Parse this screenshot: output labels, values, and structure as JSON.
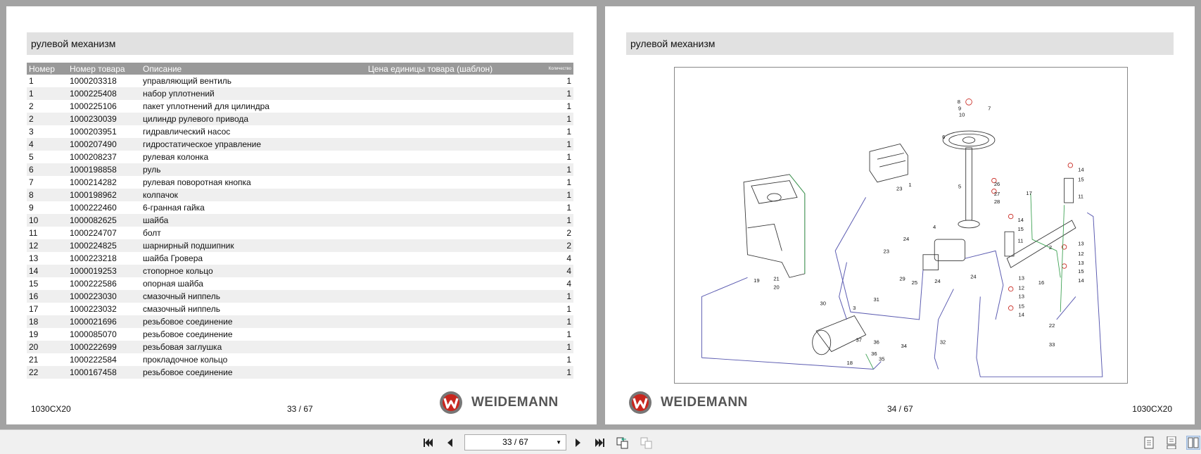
{
  "left_page": {
    "title": "рулевой механизм",
    "columns": [
      "Номер",
      "Номер товара",
      "Описание",
      "Цена единицы товара (шаблон)",
      "Количество"
    ],
    "rows": [
      [
        "1",
        "1000203318",
        "управляющий вентиль",
        "",
        "1"
      ],
      [
        "1",
        "1000225408",
        "набор уплотнений",
        "",
        "1"
      ],
      [
        "2",
        "1000225106",
        "пакет уплотнений для цилиндра",
        "",
        "1"
      ],
      [
        "2",
        "1000230039",
        "цилиндр рулевого привода",
        "",
        "1"
      ],
      [
        "3",
        "1000203951",
        "гидравлический насос",
        "",
        "1"
      ],
      [
        "4",
        "1000207490",
        "гидростатическое управление",
        "",
        "1"
      ],
      [
        "5",
        "1000208237",
        "рулевая колонка",
        "",
        "1"
      ],
      [
        "6",
        "1000198858",
        "руль",
        "",
        "1"
      ],
      [
        "7",
        "1000214282",
        "рулевая поворотная кнопка",
        "",
        "1"
      ],
      [
        "8",
        "1000198962",
        "колпачок",
        "",
        "1"
      ],
      [
        "9",
        "1000222460",
        "6-гранная гайка",
        "",
        "1"
      ],
      [
        "10",
        "1000082625",
        "шайба",
        "",
        "1"
      ],
      [
        "11",
        "1000224707",
        "болт",
        "",
        "2"
      ],
      [
        "12",
        "1000224825",
        "шарнирный подшипник",
        "",
        "2"
      ],
      [
        "13",
        "1000223218",
        "шайба Гровера",
        "",
        "4"
      ],
      [
        "14",
        "1000019253",
        "стопорное кольцо",
        "",
        "4"
      ],
      [
        "15",
        "1000222586",
        "опорная шайба",
        "",
        "4"
      ],
      [
        "16",
        "1000223030",
        "смазочный ниппель",
        "",
        "1"
      ],
      [
        "17",
        "1000223032",
        "смазочный ниппель",
        "",
        "1"
      ],
      [
        "18",
        "1000021696",
        "резьбовое соединение",
        "",
        "1"
      ],
      [
        "19",
        "1000085070",
        "резьбовое соединение",
        "",
        "1"
      ],
      [
        "20",
        "1000222699",
        "резьбовая заглушка",
        "",
        "1"
      ],
      [
        "21",
        "1000222584",
        "прокладочное кольцо",
        "",
        "1"
      ],
      [
        "22",
        "1000167458",
        "резьбовое соединение",
        "",
        "1"
      ]
    ],
    "model": "1030CX20",
    "page_number": "33 / 67",
    "logo_text": "WEIDEMANN"
  },
  "right_page": {
    "title": "рулевой механизм",
    "diagram_labels": [
      "8",
      "9",
      "10",
      "7",
      "6",
      "1",
      "23",
      "5",
      "26",
      "27",
      "28",
      "14",
      "15",
      "11",
      "17",
      "4",
      "24",
      "23",
      "14",
      "15",
      "11",
      "2",
      "13",
      "12",
      "13",
      "15",
      "14",
      "29",
      "25",
      "24",
      "24",
      "16",
      "13",
      "12",
      "13",
      "15",
      "14",
      "19",
      "21",
      "20",
      "30",
      "31",
      "3",
      "22",
      "37",
      "36",
      "34",
      "36",
      "35",
      "32",
      "33",
      "18"
    ],
    "model": "1030CX20",
    "page_number": "34 / 67",
    "logo_text": "WEIDEMANN"
  },
  "toolbar": {
    "page_field": "33 / 67",
    "icons": [
      "first-page-icon",
      "prev-page-icon",
      "next-page-icon",
      "last-page-icon",
      "go-back-view-icon",
      "go-forward-view-icon",
      "single-page-icon",
      "continuous-page-icon",
      "two-page-icon"
    ],
    "active_view": "two-page"
  },
  "colors": {
    "brand_red": "#c8261e",
    "header_gray": "#999999",
    "hose_blue": "#5a5ab0",
    "line_green": "#3aa050"
  }
}
